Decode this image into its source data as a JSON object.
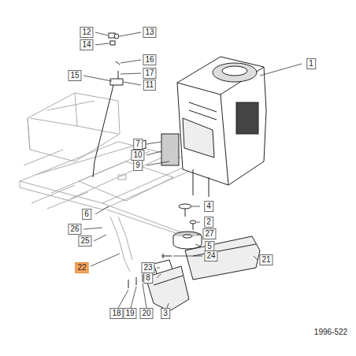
{
  "diagram": {
    "labels": [
      "12",
      "13",
      "14",
      "16",
      "15",
      "17",
      "11",
      "1",
      "7",
      "10",
      "9",
      "4",
      "2",
      "27",
      "5",
      "6",
      "26",
      "25",
      "24",
      "23",
      "8",
      "21",
      "22",
      "18",
      "19",
      "20",
      "3",
      "1996-522"
    ]
  }
}
